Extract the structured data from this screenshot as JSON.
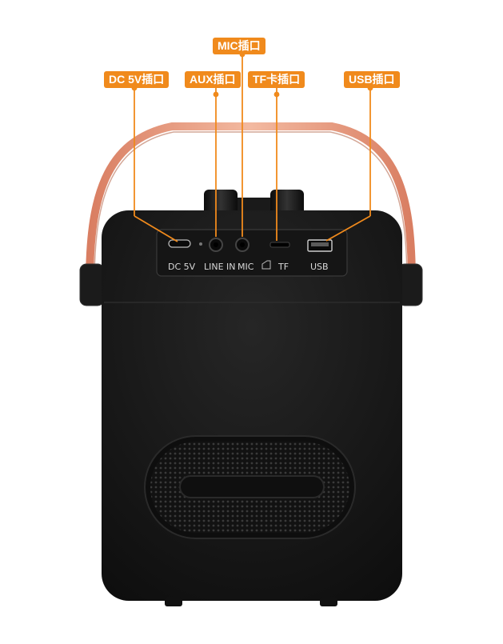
{
  "callouts": {
    "dc": "DC 5V插口",
    "aux": "AUX插口",
    "mic": "MIC插口",
    "tf": "TF卡插口",
    "usb": "USB插口"
  },
  "panel_labels": {
    "dc": "DC  5V",
    "line_in": "LINE IN",
    "mic": "MIC",
    "tf": "TF",
    "usb": "USB"
  },
  "colors": {
    "accent": "#f08a1c",
    "body": "#141414",
    "handle": "#e79a7a"
  }
}
